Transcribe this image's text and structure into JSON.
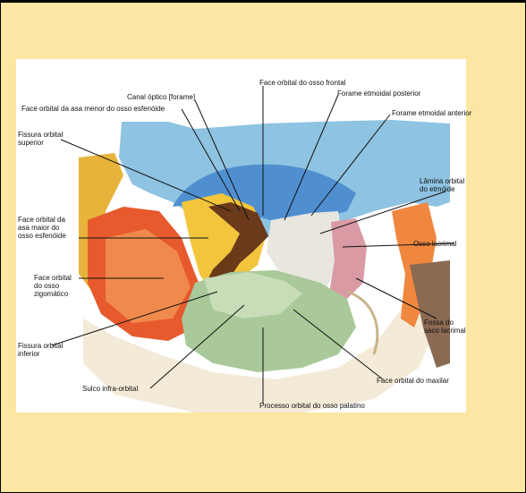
{
  "labels": {
    "face_orbital_frontal": "Face orbital do osso frontal",
    "canal_optico": "Canal óptico [forame]",
    "forame_etmoidal_posterior": "Forame etmoidal posterior",
    "face_orbital_asa_menor": "Face orbital da asa menor do osso esfenóide",
    "forame_etmoidal_anterior": "Forame etmoidal anterior",
    "fissura_orbital_superior": [
      "Fissura orbital",
      "superior"
    ],
    "lamina_orbital_etmoide": [
      "Lâmina orbital",
      "do etmóide"
    ],
    "face_orbital_asa_maior": [
      "Face orbital da",
      "asa maior do",
      "osso esfenóide"
    ],
    "osso_lacrimal": "Osso lacrimal",
    "face_orbital_zigomatico": [
      "Face orbital",
      "do osso",
      "zigomático"
    ],
    "fossa_saco_lacrimal": [
      "Fossa do",
      "saco lacrimal"
    ],
    "fissura_orbital_inferior": [
      "Fissura orbital",
      "inferior"
    ],
    "face_orbital_maxilar": "Face orbital do maxilar",
    "sulco_infra_orbital": "Sulco infra-orbital",
    "processo_orbital_palatino": "Processo orbital do osso palatino"
  }
}
